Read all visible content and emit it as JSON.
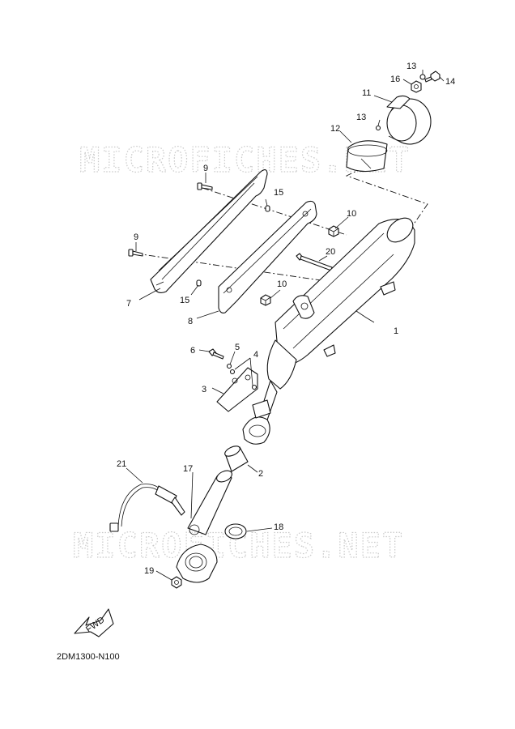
{
  "watermark": "MICROFICHES.NET",
  "diagram_code": "2DM1300-N100",
  "fwd_label": "FWD",
  "callouts": {
    "p1": "1",
    "p2": "2",
    "p3": "3",
    "p4": "4",
    "p5": "5",
    "p6": "6",
    "p7": "7",
    "p8": "8",
    "p9a": "9",
    "p9b": "9",
    "p10a": "10",
    "p10b": "10",
    "p11": "11",
    "p12": "12",
    "p13a": "13",
    "p13b": "13",
    "p14": "14",
    "p15a": "15",
    "p15b": "15",
    "p16": "16",
    "p17": "17",
    "p18": "18",
    "p19": "19",
    "p20": "20",
    "p21": "21"
  }
}
